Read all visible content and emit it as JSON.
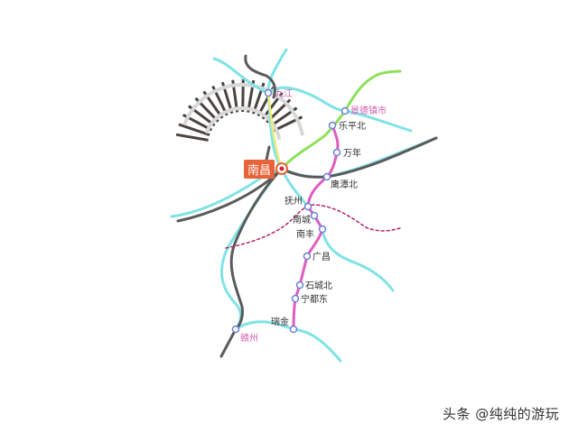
{
  "map": {
    "capital": {
      "name": "南昌",
      "color": "#e8633a"
    },
    "stations": [
      {
        "name": "九江",
        "style": "pink"
      },
      {
        "name": "景德镇市",
        "style": "pink"
      },
      {
        "name": "乐平北",
        "style": "dark"
      },
      {
        "name": "万年",
        "style": "dark"
      },
      {
        "name": "鹰潭北",
        "style": "dark"
      },
      {
        "name": "抚州",
        "style": "dark"
      },
      {
        "name": "南城",
        "style": "dark"
      },
      {
        "name": "南丰",
        "style": "dark"
      },
      {
        "name": "广昌",
        "style": "dark"
      },
      {
        "name": "石城北",
        "style": "dark"
      },
      {
        "name": "宁都东",
        "style": "dark"
      },
      {
        "name": "瑞金",
        "style": "dark"
      },
      {
        "name": "赣州",
        "style": "pink"
      }
    ],
    "line_colors": {
      "existing": "#7fe3e6",
      "conventional": "#5a5a5a",
      "changjiu": "#f2ec7a",
      "green_line": "#8ee05a",
      "planned": "#e05cc0",
      "dashed": "#b0246e"
    }
  },
  "watermark": "头条 @纯纯的游玩"
}
